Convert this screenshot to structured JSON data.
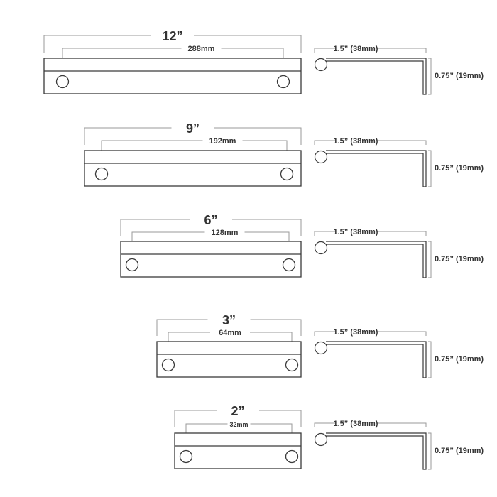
{
  "title": "Cabinet pull handle dimension chart",
  "handles": [
    {
      "length_label": "12”",
      "hole_spacing": "288mm",
      "width": "1.5” (38mm)",
      "height": "0.75” (19mm)"
    },
    {
      "length_label": "9”",
      "hole_spacing": "192mm",
      "width": "1.5” (38mm)",
      "height": "0.75” (19mm)"
    },
    {
      "length_label": "6”",
      "hole_spacing": "128mm",
      "width": "1.5” (38mm)",
      "height": "0.75” (19mm)"
    },
    {
      "length_label": "3”",
      "hole_spacing": "64mm",
      "width": "1.5” (38mm)",
      "height": "0.75” (19mm)"
    },
    {
      "length_label": "2”",
      "hole_spacing": "32mm",
      "width": "1.5” (38mm)",
      "height": "0.75” (19mm)"
    }
  ]
}
